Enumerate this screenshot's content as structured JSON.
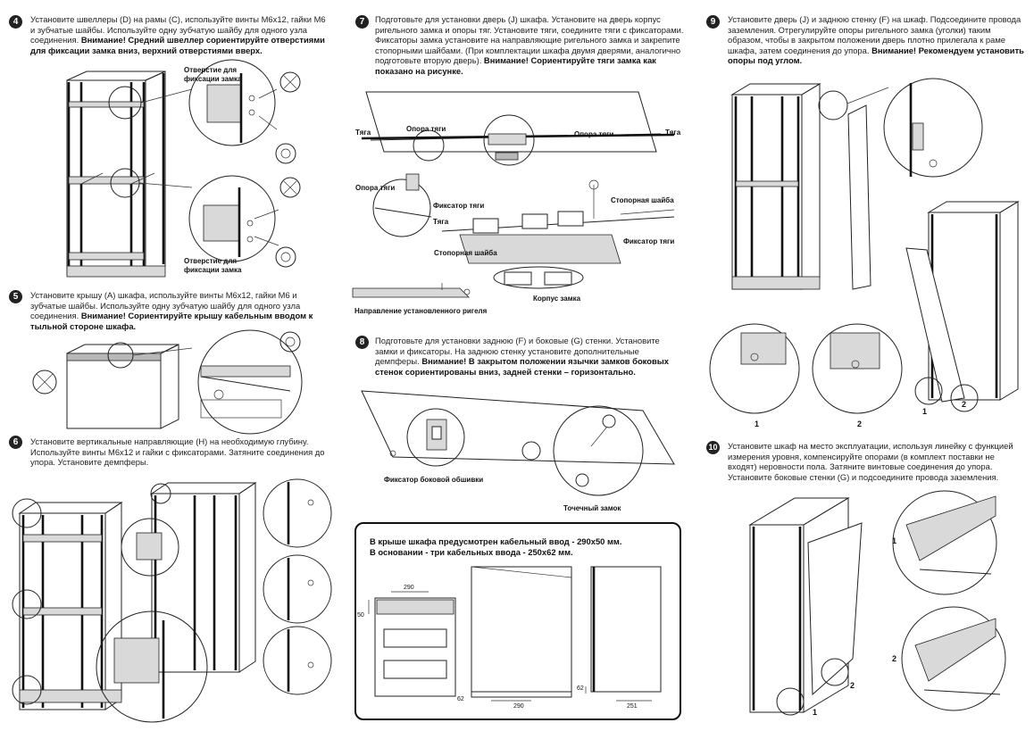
{
  "steps": {
    "s4": {
      "number": "4",
      "text": "Установите швеллеры (D) на рамы (C), используйте винты М6х12, гайки М6 и зубчатые шайбы. Используйте одну зубчатую шайбу для одного узла соединения.",
      "warning": "Внимание! Средний швеллер сориентируйте отверстиями для фиксации замка вниз, верхний отверстиями вверх.",
      "label_hole_top": "Отверстие для фиксации замка",
      "label_hole_bottom": "Отверстие для фиксации замка"
    },
    "s5": {
      "number": "5",
      "text": "Установите крышу (A) шкафа, используйте винты М6х12, гайки М6 и зубчатые шайбы. Используйте одну зубчатую шайбу для одного узла соединения.",
      "warning": "Внимание! Сориентируйте крышу кабельным вводом к тыльной стороне шкафа."
    },
    "s6": {
      "number": "6",
      "text": "Установите вертикальные направляющие (H) на необходимую глубину. Используйте винты М6х12 и гайки с фиксаторами. Затяните соединения до упора. Установите демпферы."
    },
    "s7": {
      "number": "7",
      "text": "Подготовьте для установки дверь (J) шкафа. Установите на дверь корпус ригельного замка и опоры тяг. Установите тяги, соедините тяги с фиксаторами. Фиксаторы замка установите на направляющие ригельного замка и закрепите стопорными шайбами. (При комплектации шкафа двумя дверями, аналогично подготовьте вторую дверь).",
      "warning": "Внимание! Сориентируйте тяги замка как показано на рисунке.",
      "label_rod_left": "Тяга",
      "label_rod_right": "Тяга",
      "label_rod_support_1": "Опора тяги",
      "label_rod_support_2": "Опора тяги",
      "label_rod_support_3": "Опора тяги",
      "label_rod_fixator_1": "Фиксатор тяги",
      "label_rod_fixator_2": "Фиксатор тяги",
      "label_lock_washer_1": "Стопорная шайба",
      "label_lock_washer_2": "Стопорная шайба",
      "label_rod_small": "Тяга",
      "label_lock_body": "Корпус замка",
      "label_direction": "Направление установленного ригеля"
    },
    "s8": {
      "number": "8",
      "text": "Подготовьте для установки заднюю (F) и боковые (G) стенки. Установите замки и фиксаторы. На заднюю стенку установите дополнительные демпферы.",
      "warning": "Внимание! В закрытом положении язычки замков боковых стенок сориентированы вниз, задней стенки – горизонтально.",
      "label_side_fixator": "Фиксатор боковой обшивки",
      "label_point_lock": "Точечный замок"
    },
    "cable": {
      "line1": "В крыше шкафа предусмотрен кабельный ввод - 290х50 мм.",
      "line2": "В основании - три кабельных ввода - 250х62 мм.",
      "dim_290_top": "290",
      "dim_50": "50",
      "dim_62": "62",
      "dim_290_bottom": "290",
      "dim_62_right": "62",
      "dim_251": "251"
    },
    "s9": {
      "number": "9",
      "text": "Установите дверь (J) и заднюю стенку (F) на шкаф. Подсоедините провода заземления. Отрегулируйте опоры ригельного замка (уголки) таким образом, чтобы в закрытом положении дверь плотно прилегала к раме шкафа, затем соединения до упора.",
      "warning": "Внимание! Рекомендуем установить опоры под углом.",
      "label_1a": "1",
      "label_2a": "2",
      "label_1b": "1",
      "label_2b": "2"
    },
    "s10": {
      "number": "10",
      "text": "Установите шкаф на место эксплуатации, используя линейку с функцией измерения уровня, компенсируйте опорами (в комплект поставки не входят) неровности пола. Затяните винтовые соединения до упора. Установите боковые стенки (G) и подсоедините провода заземления.",
      "label_1a": "1",
      "label_2a": "2",
      "label_1b": "1",
      "label_2b": "2"
    }
  }
}
